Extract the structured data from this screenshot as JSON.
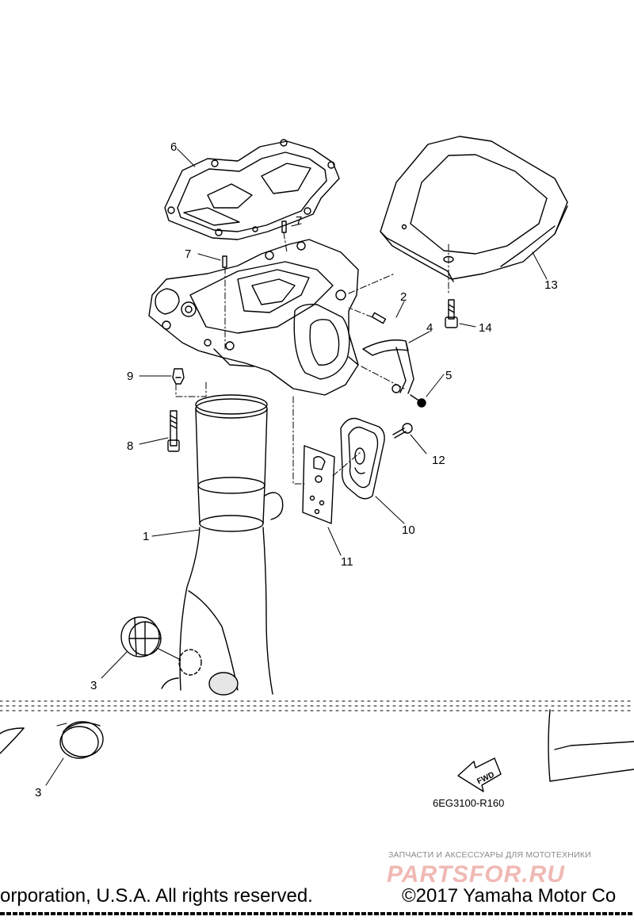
{
  "diagram": {
    "callouts": [
      "1",
      "2",
      "3",
      "3",
      "4",
      "5",
      "6",
      "7",
      "7",
      "8",
      "9",
      "10",
      "11",
      "12",
      "13",
      "14"
    ],
    "figure_code": "6EG3100-R160",
    "fwd_label": "FWD"
  },
  "watermark": {
    "tagline": "ЗАПЧАСТИ И АКСЕССУАРЫ ДЛЯ МОТОТЕХНИКИ",
    "logo": "PARTSFOR.RU"
  },
  "footer": {
    "left_text": "orporation, U.S.A. All rights reserved.",
    "right_text": "©2017 Yamaha Motor Co"
  },
  "colors": {
    "line": "#000000",
    "background": "#ffffff",
    "watermark_gray": "#8a8a8a",
    "watermark_logo": "#f0b9b4"
  }
}
